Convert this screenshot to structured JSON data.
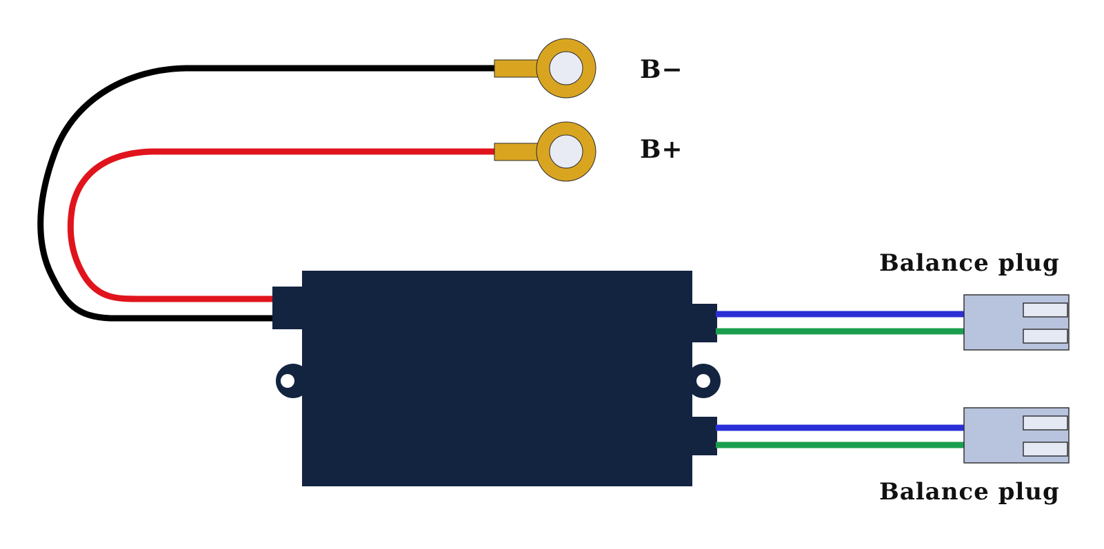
{
  "labels": {
    "negative_terminal": "B−",
    "positive_terminal": "B+",
    "balance_plug_top": "Balance plug",
    "balance_plug_bottom": "Balance plug"
  },
  "colors": {
    "module_body": "#132440",
    "negative_wire": "#000000",
    "positive_wire": "#e0141c",
    "ring_terminal": "#d9a521",
    "ring_hole": "#e8eaf4",
    "balance_wire_a": "#2a2fd6",
    "balance_wire_b": "#1a9e4e",
    "plug_body": "#b8c4de",
    "plug_slot": "#e4e9f4"
  }
}
